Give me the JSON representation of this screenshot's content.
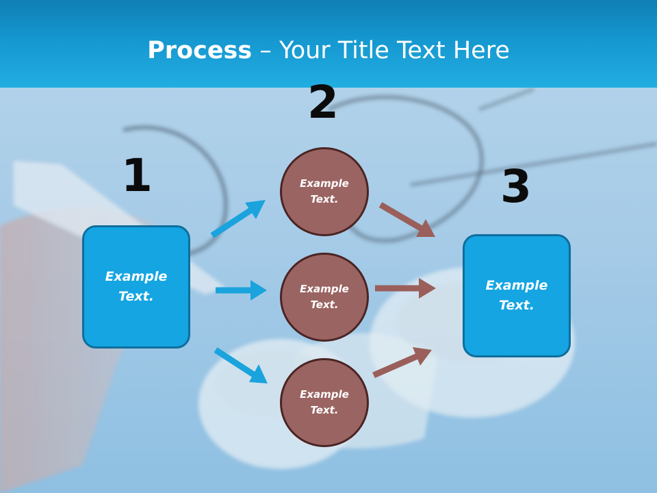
{
  "title": {
    "bold": "Process",
    "rest": " – Your Title Text Here"
  },
  "steps": {
    "one": "1",
    "two": "2",
    "three": "3"
  },
  "boxes": {
    "left": "Example\nText.",
    "right": "Example\nText."
  },
  "circles": [
    "Example\nText.",
    "Example\nText.",
    "Example\nText."
  ],
  "colors": {
    "title_band": "#1597cf",
    "box_fill": "#14a5e2",
    "circle_fill": "#9a6462",
    "blue_arrow": "#1aa3dc",
    "brown_arrow": "#9a5f5a"
  }
}
